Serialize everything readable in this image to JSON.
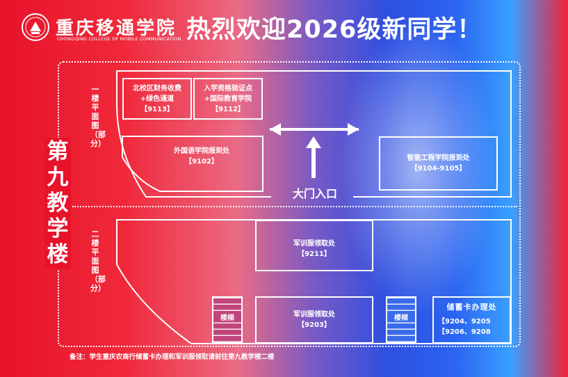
{
  "header": {
    "logo_title": "重庆移通学院",
    "logo_subtitle": "CHONGQING COLLEGE OF MOBILE COMMUNICATION",
    "welcome": "热烈欢迎2026级新同学！"
  },
  "building": {
    "name": "第九教学楼"
  },
  "floor1": {
    "label": "一楼平面图（部分）",
    "rooms": [
      {
        "lines": [
          "北校区财务收费",
          "+绿色通道",
          "【9113】"
        ]
      },
      {
        "lines": [
          "入学资格验证点",
          "+国际教育学院",
          "【9112】"
        ]
      },
      {
        "lines": [
          "外国语学院报到处",
          "【9102】"
        ]
      },
      {
        "lines": [
          "智能工程学院报到处",
          "【9104-9105】"
        ]
      }
    ],
    "entrance": "大门入口"
  },
  "floor2": {
    "label": "二楼平面图（部分）",
    "rooms": [
      {
        "lines": [
          "军训服领取处",
          "【9211】"
        ]
      },
      {
        "lines": [
          "军训服领取处",
          "【9203】"
        ]
      },
      {
        "title": "储蓄卡办理处",
        "lines": [
          "【9204、9205",
          "【9206、9208"
        ]
      }
    ],
    "stairs": [
      "楼梯",
      "楼梯"
    ]
  },
  "note": "备注：学生重庆农商行储蓄卡办理和军训服领取请前往第九教学楼二楼"
}
